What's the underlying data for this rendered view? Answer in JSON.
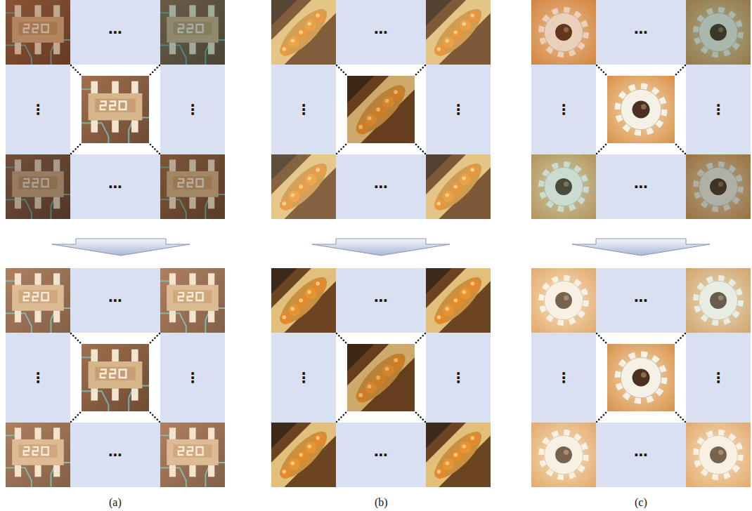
{
  "diagram": {
    "nodes": [
      {
        "text": [
          "⋯"
        ]
      },
      {
        "text": [
          "⋮"
        ]
      },
      {
        "text": [
          "⋮"
        ]
      },
      {
        "text": [
          "⋯"
        ]
      },
      {
        "text": [
          "⋯"
        ]
      },
      {
        "text": [
          "⋮"
        ]
      },
      {
        "text": [
          "⋮"
        ]
      },
      {
        "text": [
          "⋯"
        ]
      },
      {
        "text": [
          "⋯"
        ]
      },
      {
        "text": [
          "⋮"
        ]
      },
      {
        "text": [
          "⋮"
        ]
      },
      {
        "text": [
          "⋯"
        ]
      },
      {
        "text": [
          "⋯"
        ]
      },
      {
        "text": [
          "⋮"
        ]
      },
      {
        "text": [
          "⋮"
        ]
      },
      {
        "text": [
          "⋯"
        ]
      },
      {
        "text": [
          "⋯"
        ]
      },
      {
        "text": [
          "⋮"
        ]
      },
      {
        "text": [
          "⋮"
        ]
      },
      {
        "text": [
          "⋯"
        ]
      },
      {
        "text": [
          "⋯"
        ]
      },
      {
        "text": [
          "⋮"
        ]
      },
      {
        "text": [
          "⋮"
        ]
      },
      {
        "text": [
          "⋯"
        ]
      }
    ],
    "labels": [
      "(a)",
      "(b)",
      "(c)"
    ]
  }
}
